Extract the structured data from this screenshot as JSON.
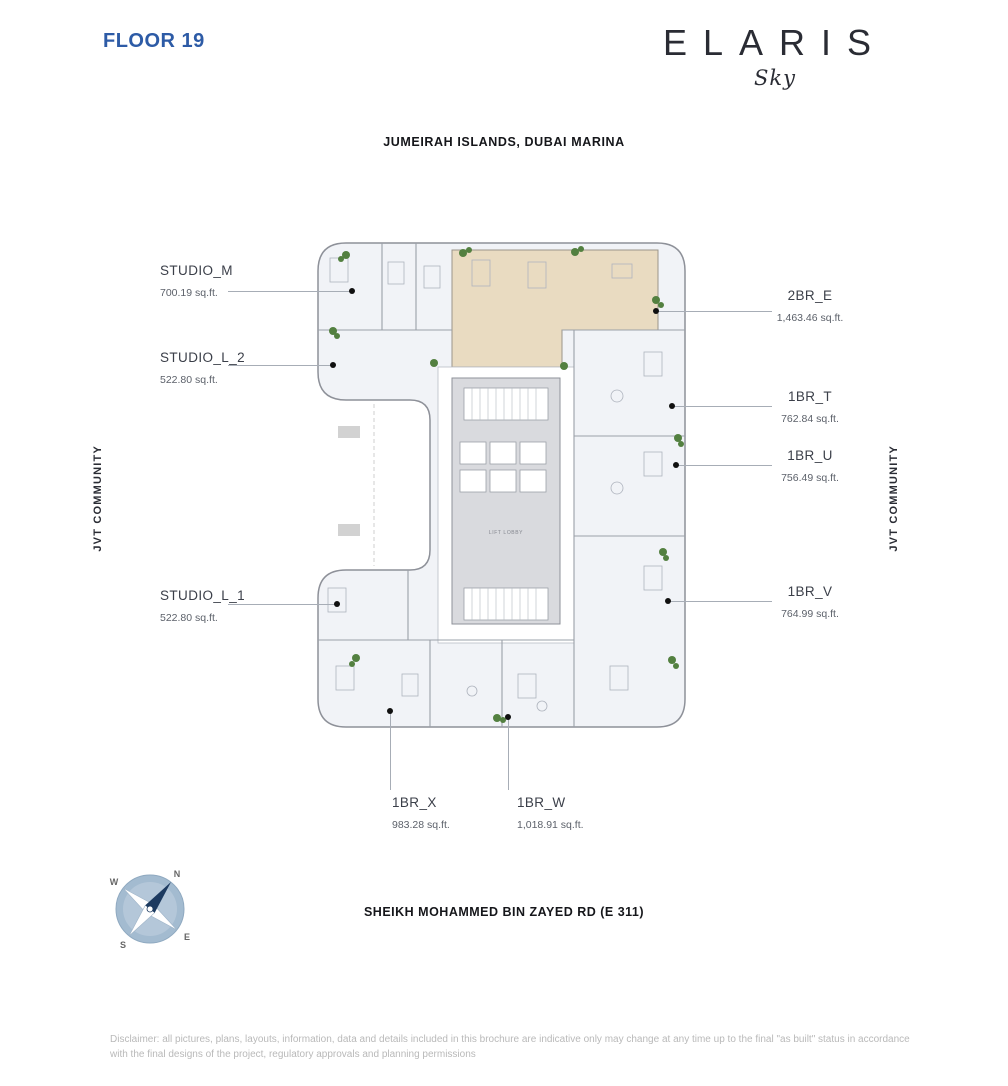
{
  "page": {
    "floor_label": "FLOOR 19",
    "location": "JUMEIRAH ISLANDS, DUBAI MARINA",
    "road": "SHEIKH MOHAMMED BIN ZAYED RD (E 311)",
    "side_label": "JVT COMMUNITY",
    "disclaimer": "Disclaimer: all pictures, plans, layouts, information, data and details included in this brochure are indicative only may change at any time up to the final \"as built\" status in accordance with the final designs of the project, regulatory approvals and planning permissions"
  },
  "brand": {
    "name": "ELARIS",
    "sub": "Sky"
  },
  "plan": {
    "core_label": "LIFT LOBBY",
    "highlight_color": "#e9dbc1"
  },
  "units": {
    "left": [
      {
        "name": "STUDIO_M",
        "area": "700.19 sq.ft."
      },
      {
        "name": "STUDIO_L_2",
        "area": "522.80 sq.ft."
      },
      {
        "name": "STUDIO_L_1",
        "area": "522.80 sq.ft."
      }
    ],
    "right": [
      {
        "name": "2BR_E",
        "area": "1,463.46 sq.ft."
      },
      {
        "name": "1BR_T",
        "area": "762.84 sq.ft."
      },
      {
        "name": "1BR_U",
        "area": "756.49 sq.ft."
      },
      {
        "name": "1BR_V",
        "area": "764.99 sq.ft."
      }
    ],
    "bottom": [
      {
        "name": "1BR_X",
        "area": "983.28 sq.ft."
      },
      {
        "name": "1BR_W",
        "area": "1,018.91 sq.ft."
      }
    ]
  },
  "compass": {
    "n": "N",
    "e": "E",
    "s": "S",
    "w": "W"
  }
}
